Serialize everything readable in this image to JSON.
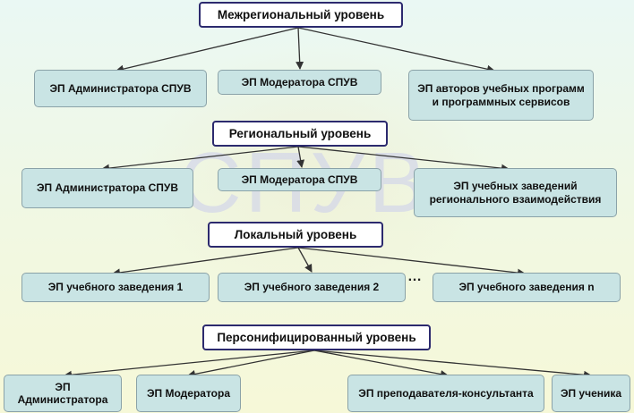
{
  "watermark": "СПУВ",
  "levels": [
    {
      "title": "Межрегиональный уровень",
      "nodes": [
        "ЭП Администратора СПУВ",
        "ЭП Модератора СПУВ",
        "ЭП авторов учебных программ и программных сервисов"
      ]
    },
    {
      "title": "Региональный уровень",
      "nodes": [
        "ЭП Администратора СПУВ",
        "ЭП Модератора СПУВ",
        "ЭП учебных заведений регионального взаимодействия"
      ]
    },
    {
      "title": "Локальный уровень",
      "nodes": [
        "ЭП учебного заведения 1",
        "ЭП учебного заведения 2",
        "ЭП учебного заведения n"
      ],
      "ellipsis": "…"
    },
    {
      "title": "Персонифицированный уровень",
      "nodes": [
        "ЭП Администратора",
        "ЭП Модератора",
        "ЭП преподавателя-консультанта",
        "ЭП ученика"
      ]
    }
  ],
  "colors": {
    "level_border": "#2c2a6e",
    "node_fill": "#c9e4e4",
    "arrow": "#333333"
  }
}
